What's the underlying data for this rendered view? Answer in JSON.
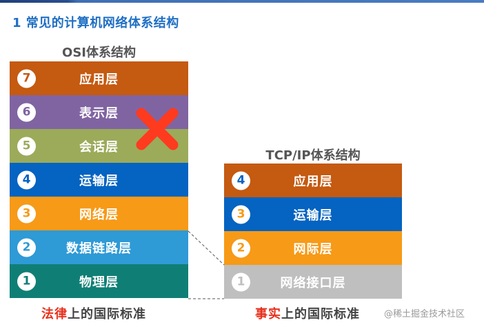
{
  "header": {
    "title": "1 常见的计算机网络体系结构"
  },
  "osi": {
    "title": "OSI体系结构",
    "layers": [
      {
        "num": "7",
        "label": "应用层",
        "color": "#c55a11",
        "num_color": "#c55a11"
      },
      {
        "num": "6",
        "label": "表示层",
        "color": "#8064a2",
        "num_color": "#8064a2"
      },
      {
        "num": "5",
        "label": "会话层",
        "color": "#9bab5a",
        "num_color": "#9bab5a"
      },
      {
        "num": "4",
        "label": "运输层",
        "color": "#0563c1",
        "num_color": "#0563c1"
      },
      {
        "num": "3",
        "label": "网络层",
        "color": "#f79a17",
        "num_color": "#f79a17"
      },
      {
        "num": "2",
        "label": "数据链路层",
        "color": "#2e9ad6",
        "num_color": "#2e9ad6"
      },
      {
        "num": "1",
        "label": "物理层",
        "color": "#0f7f76",
        "num_color": "#0f7f76"
      }
    ],
    "standard_highlight": "法律",
    "standard_rest": "上的国际标准",
    "cross_mark": "red-x-icon"
  },
  "tcpip": {
    "title": "TCP/IP体系结构",
    "layers": [
      {
        "num": "4",
        "label": "应用层",
        "color": "#c55a11",
        "num_color": "#0563c1"
      },
      {
        "num": "3",
        "label": "运输层",
        "color": "#0563c1",
        "num_color": "#f79a17"
      },
      {
        "num": "2",
        "label": "网际层",
        "color": "#f79a17",
        "num_color": "#f79a17"
      },
      {
        "num": "1",
        "label": "网络接口层",
        "color": "#bfbfbf",
        "num_color": "#bfbfbf"
      }
    ],
    "standard_highlight": "事实",
    "standard_rest": "上的国际标准"
  },
  "colors": {
    "title_blue": "#1f6fc4",
    "highlight_red": "#e8301c",
    "cross_red": "#ff3b1f"
  },
  "watermark": "@稀土掘金技术社区"
}
